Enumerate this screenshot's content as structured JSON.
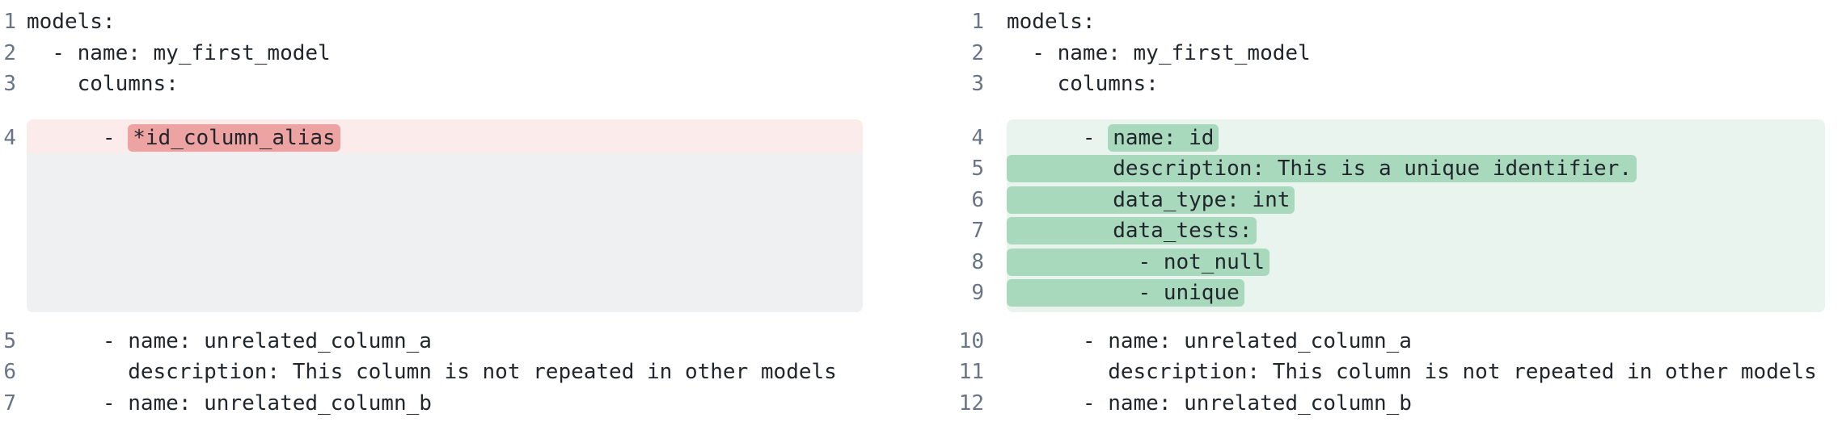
{
  "colors": {
    "removed_line_bg": "#fcebeb",
    "removed_token_bg": "#eea3a3",
    "collapsed_placeholder_bg": "#eff0f2",
    "added_line_bg": "#e9f4ee",
    "added_token_bg": "#a8d9bd",
    "code_text": "#21262c",
    "line_number": "#697586",
    "background": "#ffffff"
  },
  "diff": {
    "left": {
      "lines": [
        {
          "n": "1",
          "type": "context",
          "text": "models:"
        },
        {
          "n": "2",
          "type": "context",
          "text": "  - name: my_first_model"
        },
        {
          "n": "3",
          "type": "context",
          "text": "    columns:"
        },
        {
          "n": "4",
          "type": "removed",
          "pre": "      - ",
          "mark": "*id_column_alias"
        },
        {
          "type": "placeholder"
        },
        {
          "n": "5",
          "type": "context",
          "text": "      - name: unrelated_column_a"
        },
        {
          "n": "6",
          "type": "context",
          "text": "        description: This column is not repeated in other models"
        },
        {
          "n": "7",
          "type": "context",
          "text": "      - name: unrelated_column_b"
        }
      ]
    },
    "right": {
      "lines": [
        {
          "n": "1",
          "type": "context",
          "text": "models:"
        },
        {
          "n": "2",
          "type": "context",
          "text": "  - name: my_first_model"
        },
        {
          "n": "3",
          "type": "context",
          "text": "    columns:"
        },
        {
          "n": "4",
          "type": "added",
          "pre": "      - ",
          "mark": "name: id"
        },
        {
          "n": "5",
          "type": "added",
          "pre": "",
          "mark": "        description: This is a unique identifier."
        },
        {
          "n": "6",
          "type": "added",
          "pre": "",
          "mark": "        data_type: int"
        },
        {
          "n": "7",
          "type": "added",
          "pre": "",
          "mark": "        data_tests:"
        },
        {
          "n": "8",
          "type": "added",
          "pre": "",
          "mark": "          - not_null"
        },
        {
          "n": "9",
          "type": "added",
          "pre": "",
          "mark": "          - unique"
        },
        {
          "n": "10",
          "type": "context",
          "text": "      - name: unrelated_column_a"
        },
        {
          "n": "11",
          "type": "context",
          "text": "        description: This column is not repeated in other models"
        },
        {
          "n": "12",
          "type": "context",
          "text": "      - name: unrelated_column_b"
        }
      ]
    }
  }
}
